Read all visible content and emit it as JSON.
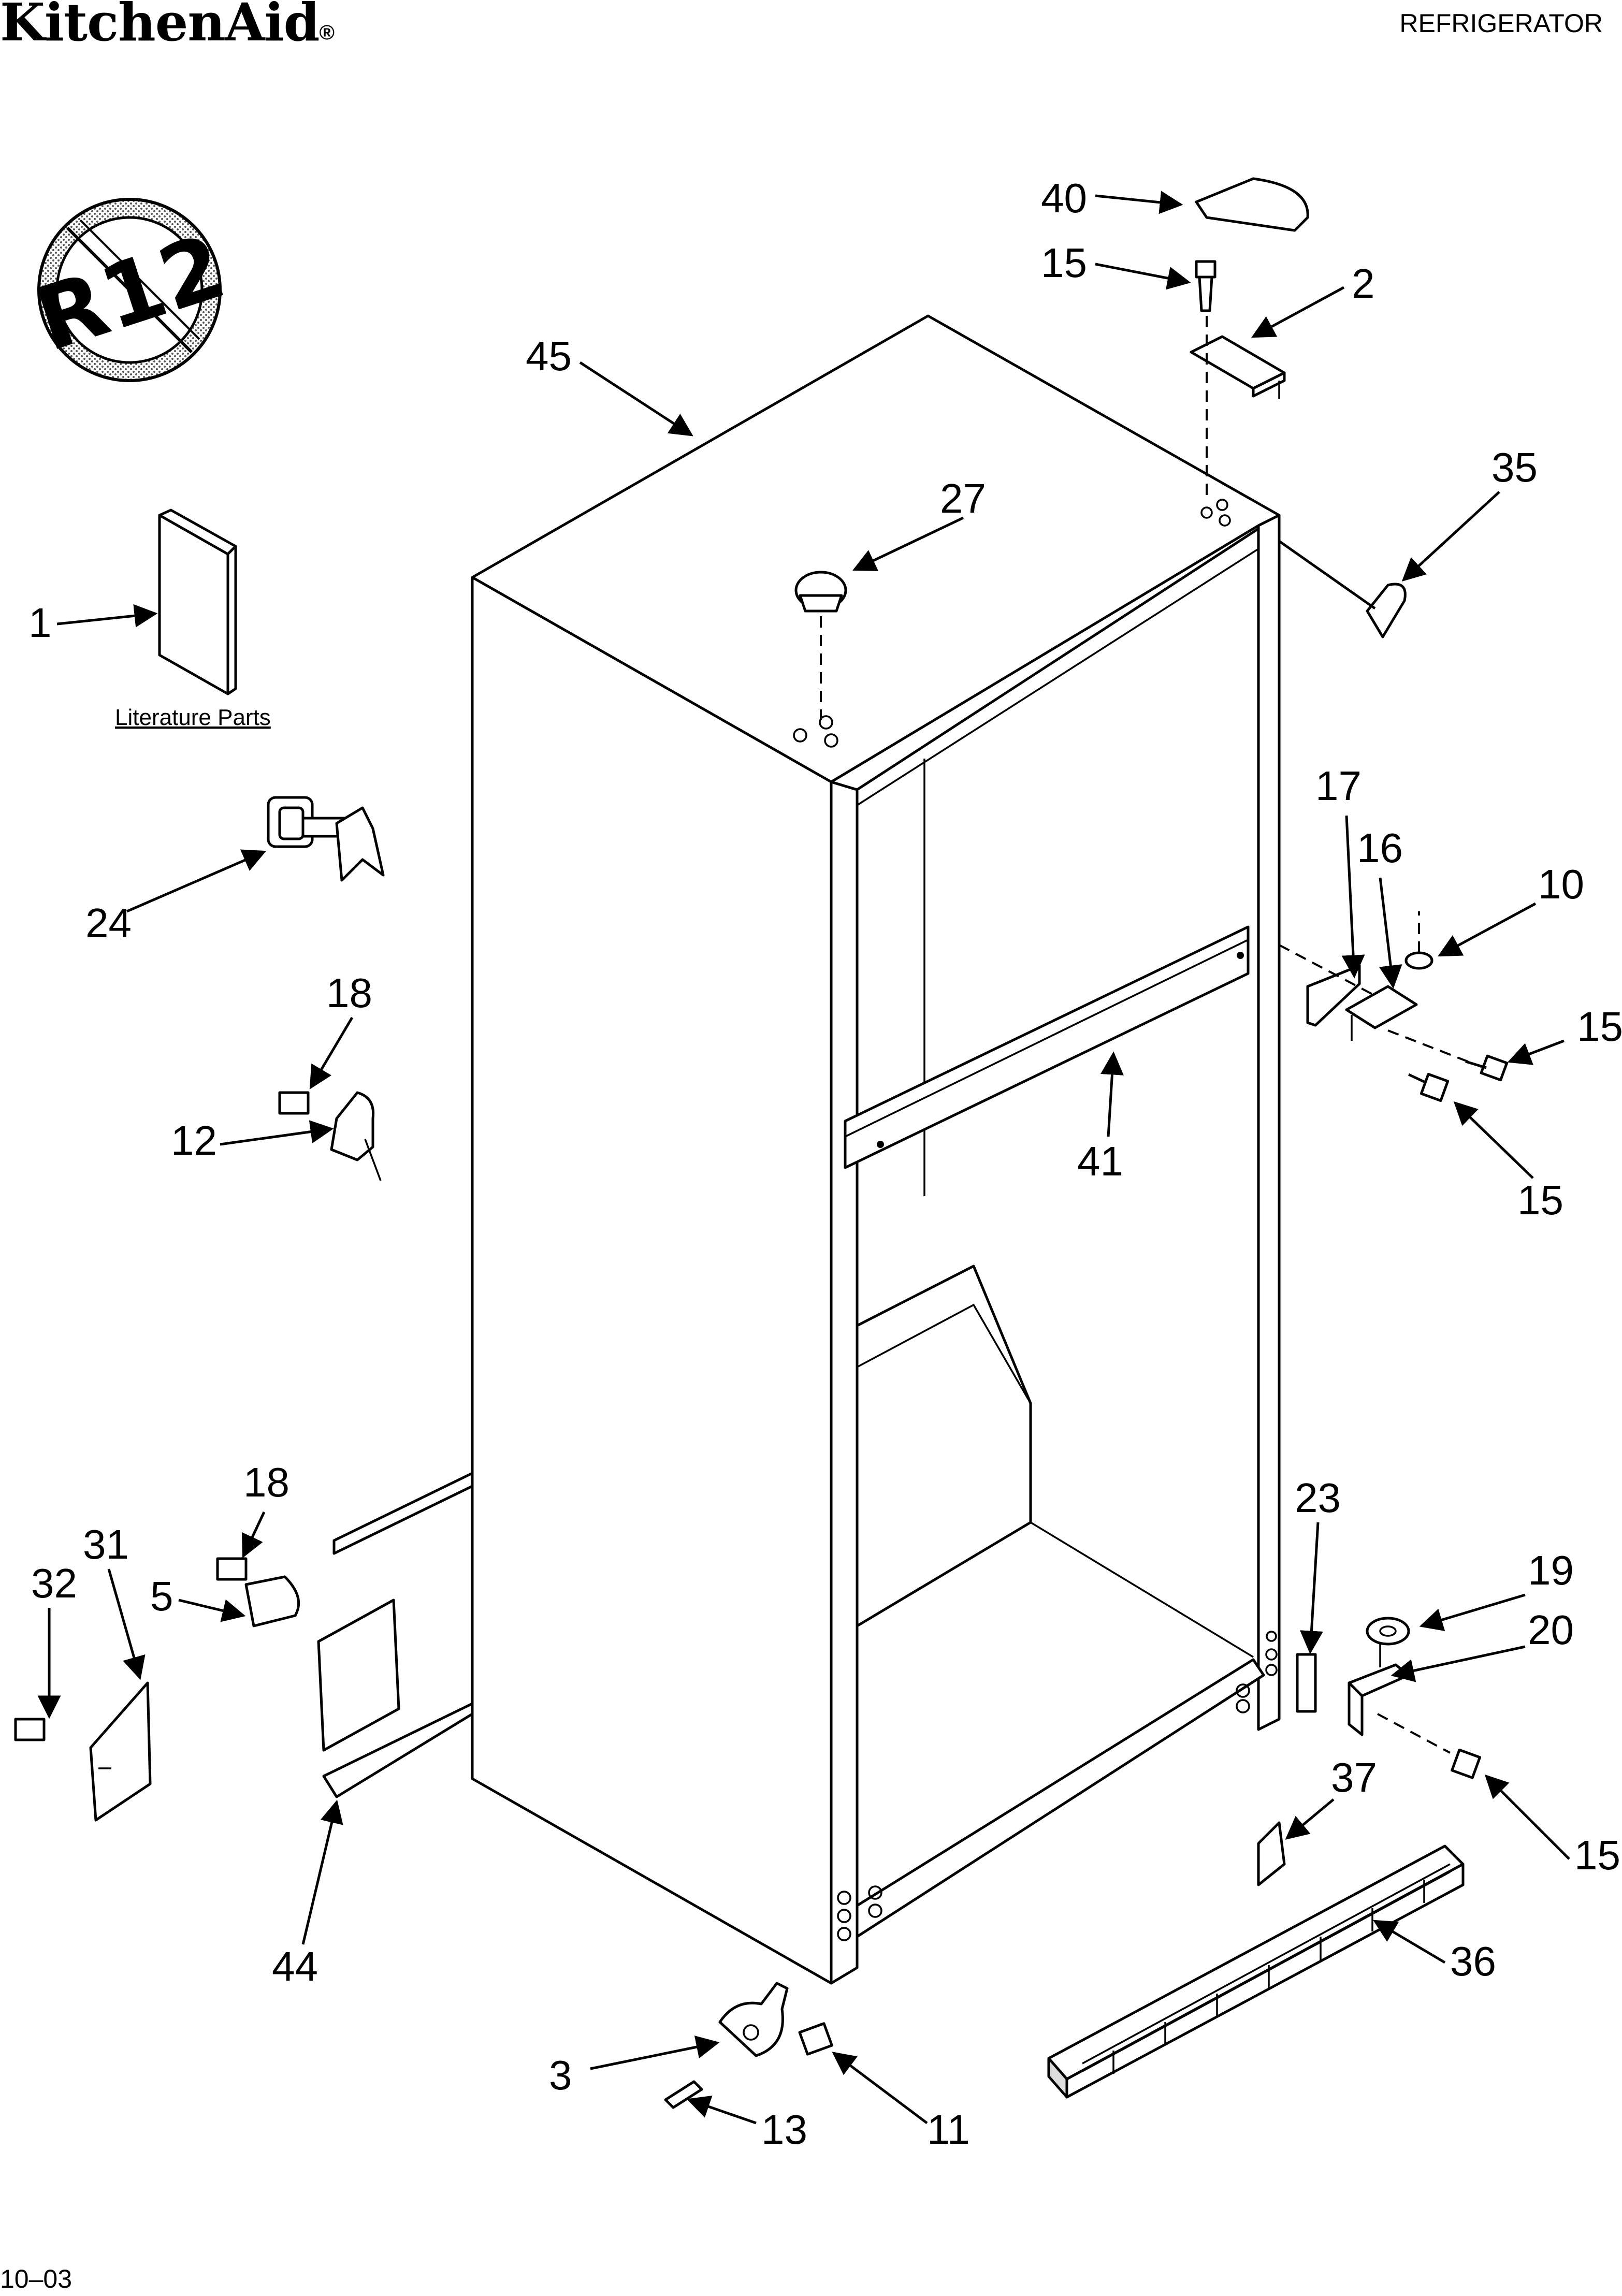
{
  "header": {
    "brand": "KitchenAid",
    "brand_mark": "®",
    "page_type": "REFRIGERATOR"
  },
  "badge": {
    "text": "R12",
    "icon": "no-r12-prohibition-icon"
  },
  "literature_label": "Literature Parts",
  "callouts": {
    "c1": "1",
    "c2": "2",
    "c3": "3",
    "c5": "5",
    "c10": "10",
    "c11": "11",
    "c12": "12",
    "c13": "13",
    "c15a": "15",
    "c15b": "15",
    "c15c": "15",
    "c15d": "15",
    "c16": "16",
    "c17": "17",
    "c18a": "18",
    "c18b": "18",
    "c19": "19",
    "c20": "20",
    "c23": "23",
    "c24": "24",
    "c27": "27",
    "c31": "31",
    "c32": "32",
    "c35": "35",
    "c36": "36",
    "c37": "37",
    "c40": "40",
    "c41": "41",
    "c44": "44",
    "c45": "45"
  },
  "footer": {
    "code": "10–03"
  }
}
